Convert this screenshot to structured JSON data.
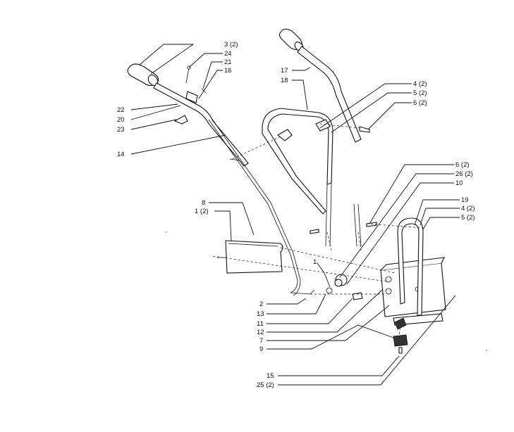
{
  "callouts": [
    {
      "id": "c3",
      "text": "3 (2)"
    },
    {
      "id": "c24",
      "text": "24"
    },
    {
      "id": "c21",
      "text": "21"
    },
    {
      "id": "c16",
      "text": "16"
    },
    {
      "id": "c22",
      "text": "22"
    },
    {
      "id": "c20",
      "text": "20"
    },
    {
      "id": "c23",
      "text": "23"
    },
    {
      "id": "c14",
      "text": "14"
    },
    {
      "id": "c17",
      "text": "17"
    },
    {
      "id": "c18",
      "text": "18"
    },
    {
      "id": "c4a",
      "text": "4 (2)"
    },
    {
      "id": "c5a",
      "text": "5 (2)"
    },
    {
      "id": "c6a",
      "text": "6 (2)"
    },
    {
      "id": "c6b",
      "text": "6 (2)"
    },
    {
      "id": "c26",
      "text": "26 (2)"
    },
    {
      "id": "c10",
      "text": "10"
    },
    {
      "id": "c8",
      "text": "8"
    },
    {
      "id": "c1a",
      "text": "1 (2)"
    },
    {
      "id": "c19",
      "text": "19"
    },
    {
      "id": "c4b",
      "text": "4 (2)"
    },
    {
      "id": "c5b",
      "text": "5 (2)"
    },
    {
      "id": "c1",
      "text": "1"
    },
    {
      "id": "c2",
      "text": "2"
    },
    {
      "id": "c13",
      "text": "13"
    },
    {
      "id": "c11",
      "text": "11"
    },
    {
      "id": "c12",
      "text": "12"
    },
    {
      "id": "c7",
      "text": "7"
    },
    {
      "id": "c9",
      "text": "9"
    },
    {
      "id": "c15",
      "text": "15"
    },
    {
      "id": "c25",
      "text": "25 (2)"
    }
  ]
}
